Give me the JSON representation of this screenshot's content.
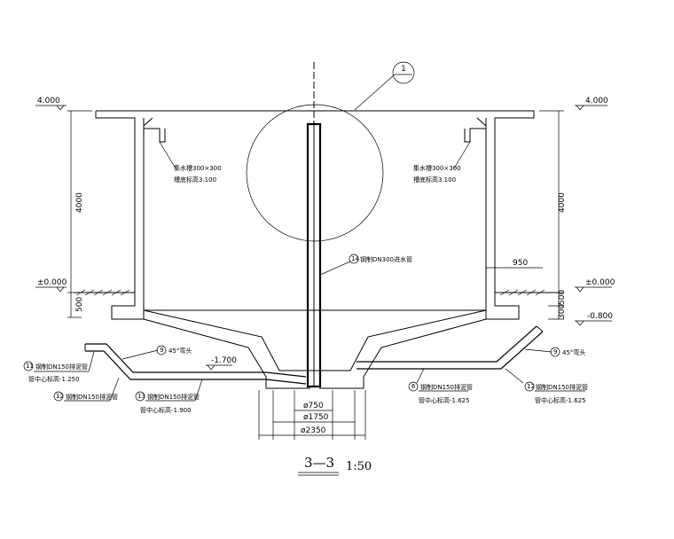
{
  "levels": {
    "top_left": "4.000",
    "top_right": "4.000",
    "zero_left": "±0.000",
    "zero_right": "±0.000",
    "minus_right": "-0.800",
    "minus_inner": "-1.700"
  },
  "dims": {
    "height_left": "4000",
    "height_right": "4000",
    "foot_left": "500",
    "foot_right_500": "500",
    "foot_right_300": "300",
    "wall_950": "950",
    "d1": "ø750",
    "d2": "ø1750",
    "d3": "ø2350"
  },
  "detail_marker": "1",
  "labels": {
    "trough_left_1": "集水槽300×300",
    "trough_left_2": "槽底标高3.100",
    "trough_right_1": "集水槽300×300",
    "trough_right_2": "槽底标高3.100",
    "center_pipe": "钢制DN300进水管",
    "center_pipe_no": "14",
    "elbow_left": "45°弯头",
    "elbow_left_no": "9",
    "elbow_right": "45°弯头",
    "elbow_right_no": "9",
    "p11_no": "11",
    "p11": "钢制DN150排泥管",
    "p11_sub": "管中心标高-1.250",
    "p12_no": "12",
    "p12": "钢制DN150排泥管",
    "p13_no": "13",
    "p13": "钢制DN150排泥管",
    "p13_sub": "管中心标高-1.900",
    "p6_no": "6",
    "p6": "钢制DN150排泥管",
    "p6_sub": "管中心标高-1.625",
    "p12r_no": "12",
    "p12r": "钢制DN150排泥管",
    "p12r_sub": "管中心标高-1.625"
  },
  "section_title": "3—3",
  "scale": "1:50"
}
